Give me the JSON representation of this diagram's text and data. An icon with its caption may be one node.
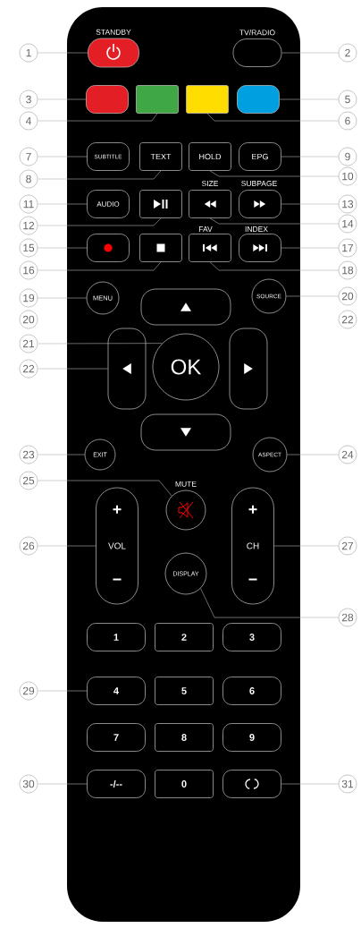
{
  "diagram": {
    "nodes": [
      {
        "text": [
          "STANDBY"
        ]
      },
      {
        "text": [
          "TV/RADIO"
        ]
      },
      {
        "text": [],
        "shape": "box"
      },
      {
        "text": [],
        "shape": "box"
      },
      {
        "text": [],
        "shape": "box"
      },
      {
        "text": [],
        "shape": "box"
      },
      {
        "text": [
          "SUBTITLE"
        ]
      },
      {
        "text": [
          "TEXT"
        ]
      },
      {
        "text": [
          "HOLD"
        ]
      },
      {
        "text": [
          "EPG"
        ]
      },
      {
        "text": [
          "AUDIO"
        ]
      },
      {
        "text": [],
        "shape": "box"
      },
      {
        "text": [],
        "shape": "box"
      },
      {
        "text": [],
        "shape": "box"
      },
      {
        "text": [],
        "shape": "box"
      },
      {
        "text": [],
        "shape": "box"
      },
      {
        "text": [],
        "shape": "box"
      },
      {
        "text": [],
        "shape": "box"
      },
      {
        "text": [
          "MENU"
        ]
      },
      {
        "text": [
          "SOURCE"
        ]
      },
      {
        "text": [],
        "shape": "box"
      },
      {
        "text": [],
        "shape": "box"
      },
      {
        "text": [
          "OK"
        ]
      },
      {
        "text": [],
        "shape": "box"
      },
      {
        "text": [],
        "shape": "box"
      },
      {
        "text": [
          "EXIT"
        ]
      },
      {
        "text": [
          "ASPECT"
        ]
      },
      {
        "text": [
          "+",
          "VOL",
          "−"
        ]
      },
      {
        "text": [
          "MUTE"
        ]
      },
      {
        "text": [
          "+",
          "CH",
          "−"
        ]
      },
      {
        "text": [
          "DISPLAY"
        ]
      },
      {
        "text": [
          "1"
        ]
      },
      {
        "text": [
          "2"
        ]
      },
      {
        "text": [
          "3"
        ]
      },
      {
        "text": [
          "4"
        ]
      },
      {
        "text": [
          "5"
        ]
      },
      {
        "text": [
          "6"
        ]
      },
      {
        "text": [
          "7"
        ]
      },
      {
        "text": [
          "8"
        ]
      },
      {
        "text": [
          "9"
        ]
      },
      {
        "text": [
          "-/--"
        ]
      },
      {
        "text": [
          "0"
        ]
      },
      {
        "text": [],
        "shape": "box"
      },
      {
        "text": [
          "1"
        ]
      },
      {
        "text": [
          "2"
        ]
      },
      {
        "text": [
          "3"
        ]
      },
      {
        "text": [
          "5"
        ]
      },
      {
        "text": [
          "4"
        ]
      },
      {
        "text": [
          "6"
        ]
      },
      {
        "text": [
          "7"
        ]
      },
      {
        "text": [
          "9"
        ]
      },
      {
        "text": [
          "8"
        ]
      },
      {
        "text": [
          "10"
        ]
      },
      {
        "text": [
          "11"
        ]
      },
      {
        "text": [
          "13"
        ]
      },
      {
        "text": [
          "12"
        ]
      },
      {
        "text": [
          "14"
        ]
      },
      {
        "text": [
          "15"
        ]
      },
      {
        "text": [
          "17"
        ]
      },
      {
        "text": [
          "16"
        ]
      },
      {
        "text": [
          "18"
        ]
      },
      {
        "text": [
          "19"
        ]
      },
      {
        "text": [
          "20"
        ]
      },
      {
        "text": [
          "21"
        ]
      },
      {
        "text": [
          "22"
        ]
      },
      {
        "text": [
          "23"
        ]
      },
      {
        "text": [
          "24"
        ]
      },
      {
        "text": [
          "25"
        ]
      },
      {
        "text": [
          "26"
        ]
      },
      {
        "text": [
          "27"
        ]
      },
      {
        "text": [
          "28"
        ]
      },
      {
        "text": [
          "29"
        ]
      },
      {
        "text": [
          "30"
        ]
      },
      {
        "text": [
          "31"
        ]
      },
      {
        "text": [
          "20"
        ]
      },
      {
        "text": [
          "22"
        ]
      }
    ],
    "edges": [
      {
        "from": 43,
        "to": 0,
        "arrow": "none"
      },
      {
        "from": 44,
        "to": 1,
        "arrow": "none"
      },
      {
        "from": 45,
        "to": 2,
        "arrow": "none"
      },
      {
        "from": 46,
        "to": 5,
        "arrow": "none"
      },
      {
        "from": 47,
        "to": 3,
        "arrow": "none"
      },
      {
        "from": 48,
        "to": 4,
        "arrow": "none"
      },
      {
        "from": 49,
        "to": 6,
        "arrow": "none"
      },
      {
        "from": 50,
        "to": 9,
        "arrow": "none"
      },
      {
        "from": 51,
        "to": 7,
        "arrow": "none"
      },
      {
        "from": 52,
        "to": 8,
        "arrow": "none"
      },
      {
        "from": 53,
        "to": 10,
        "arrow": "none"
      },
      {
        "from": 54,
        "to": 13,
        "arrow": "none"
      },
      {
        "from": 55,
        "to": 11,
        "arrow": "none"
      },
      {
        "from": 56,
        "to": 12,
        "arrow": "none"
      },
      {
        "from": 57,
        "to": 14,
        "arrow": "none"
      },
      {
        "from": 58,
        "to": 17,
        "arrow": "none"
      },
      {
        "from": 59,
        "to": 15,
        "arrow": "none"
      },
      {
        "from": 60,
        "to": 16,
        "arrow": "none"
      },
      {
        "from": 61,
        "to": 18,
        "arrow": "none"
      },
      {
        "from": 62,
        "to": 19,
        "arrow": "none"
      },
      {
        "from": 63,
        "to": 22,
        "arrow": "none"
      },
      {
        "from": 64,
        "to": 21,
        "arrow": "none"
      },
      {
        "from": 65,
        "to": 25,
        "arrow": "none"
      },
      {
        "from": 66,
        "to": 26,
        "arrow": "none"
      },
      {
        "from": 67,
        "to": 28,
        "arrow": "none"
      },
      {
        "from": 68,
        "to": 27,
        "arrow": "none"
      },
      {
        "from": 69,
        "to": 29,
        "arrow": "none"
      },
      {
        "from": 70,
        "to": 30,
        "arrow": "none"
      },
      {
        "from": 71,
        "to": 34,
        "arrow": "none"
      },
      {
        "from": 72,
        "to": 40,
        "arrow": "none"
      },
      {
        "from": 73,
        "to": 42,
        "arrow": "none"
      }
    ],
    "labels": [
      "SIZE",
      "SUBPAGE",
      "FAV",
      "INDEX"
    ]
  }
}
